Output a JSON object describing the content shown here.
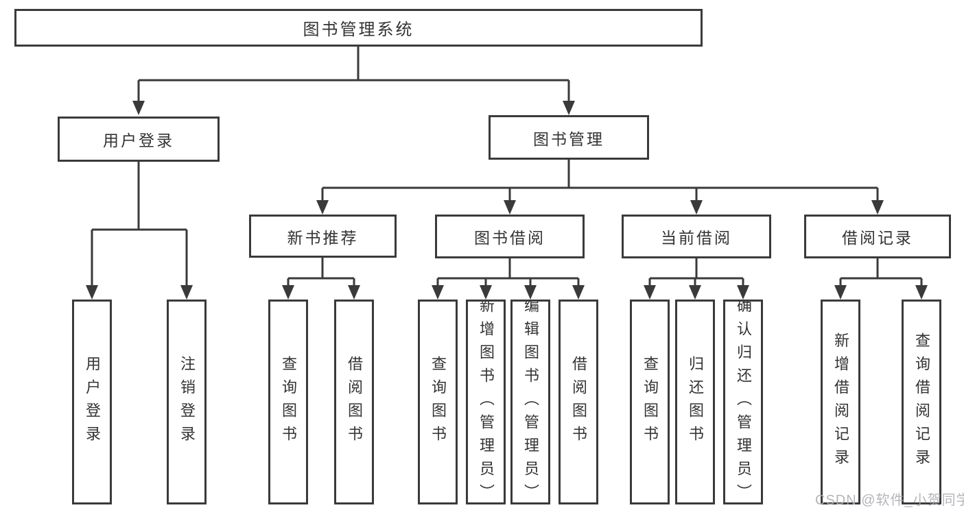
{
  "tree": {
    "root": {
      "label": "图书管理系统"
    },
    "branches": [
      {
        "label": "用户登录",
        "children": [
          {
            "label": "用户登录"
          },
          {
            "label": "注销登录"
          }
        ]
      },
      {
        "label": "图书管理",
        "children": [
          {
            "label": "新书推荐",
            "children": [
              {
                "label": "查询图书"
              },
              {
                "label": "借阅图书"
              }
            ]
          },
          {
            "label": "图书借阅",
            "children": [
              {
                "label": "查询图书"
              },
              {
                "label": "新增图书（管理员）"
              },
              {
                "label": "编辑图书（管理员）"
              },
              {
                "label": "借阅图书"
              }
            ]
          },
          {
            "label": "当前借阅",
            "children": [
              {
                "label": "查询图书"
              },
              {
                "label": "归还图书"
              },
              {
                "label": "确认归还（管理员）"
              }
            ]
          },
          {
            "label": "借阅记录",
            "children": [
              {
                "label": "新增借阅记录"
              },
              {
                "label": "查询借阅记录"
              }
            ]
          }
        ]
      }
    ]
  },
  "watermark": {
    "text": "CSDN @软件_小贺同学"
  },
  "colors": {
    "line": "#3a3a3a",
    "text": "#333333",
    "background": "#ffffff",
    "watermark": "#aaadb2"
  }
}
